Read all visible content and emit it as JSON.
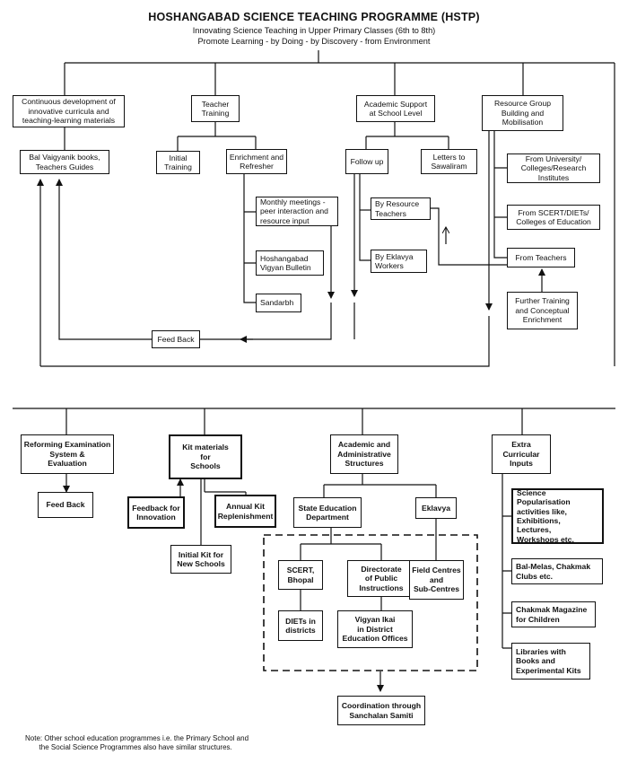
{
  "title": "HOSHANGABAD SCIENCE TEACHING PROGRAMME (HSTP)",
  "subtitle_1": "Innovating Science Teaching in Upper Primary Classes (6th to 8th)",
  "subtitle_2": "Promote Learning - by Doing - by Discovery - from Environment",
  "boxes": {
    "curricula": "Continuous development of innovative curricula and teaching-learning materials",
    "teacher_training": "Teacher\nTraining",
    "academic_support": "Academic Support\nat School Level",
    "resource_group": "Resource Group\nBuilding and\nMobilisation",
    "bal_vaigyanik": "Bal Vaigyanik books,\nTeachers Guides",
    "initial_training": "Initial\nTraining",
    "enrichment": "Enrichment and\nRefresher",
    "follow_up": "Follow up",
    "letters": "Letters to\nSawaliram",
    "from_university": "From University/\nColleges/Research\nInstitutes",
    "monthly_meetings": "Monthly meetings -\npeer interaction and\nresource input",
    "by_resource_teachers": "By Resource\nTeachers",
    "from_scert": "From SCERT/DIETs/\nColleges of Education",
    "vigyan_bulletin": "Hoshangabad\nVigyan Bulletin",
    "by_eklavya_workers": "By Eklavya\nWorkers",
    "from_teachers": "From Teachers",
    "sandarbh": "Sandarbh",
    "further_training": "Further Training\nand Conceptual\nEnrichment",
    "feed_back_top": "Feed Back",
    "reforming_exam": "Reforming Examination\nSystem &\nEvaluation",
    "kit_materials": "Kit materials\nfor\nSchools",
    "academic_admin": "Academic and\nAdministrative\nStructures",
    "extra_curricular": "Extra\nCurricular\nInputs",
    "feed_back_bottom": "Feed Back",
    "feedback_innovation": "Feedback for\nInnovation",
    "annual_kit": "Annual Kit\nReplenishment",
    "state_education": "State Education\nDepartment",
    "eklavya": "Eklavya",
    "initial_kit": "Initial Kit for\nNew Schools",
    "science_popularisation": "Science Popularisation\nactivities like,\nExhibitions,\nLectures,\nWorkshops etc.",
    "scert_bhopal": "SCERT,\nBhopal",
    "directorate": "Directorate\nof Public\nInstructions",
    "field_centres": "Field Centres\nand\nSub-Centres",
    "bal_melas": "Bal-Melas, Chakmak\nClubs etc.",
    "chakmak_magazine": "Chakmak Magazine\nfor Children",
    "diets": "DIETs in\ndistricts",
    "vigyan_ikai": "Vigyan Ikai\nin District\nEducation Offices",
    "libraries": "Libraries with\nBooks and\nExperimental Kits",
    "coordination": "Coordination through\nSanchalan Samiti"
  },
  "note": "Note: Other school education programmes i.e. the Primary School and\n       the Social Science Programmes also have similar structures."
}
